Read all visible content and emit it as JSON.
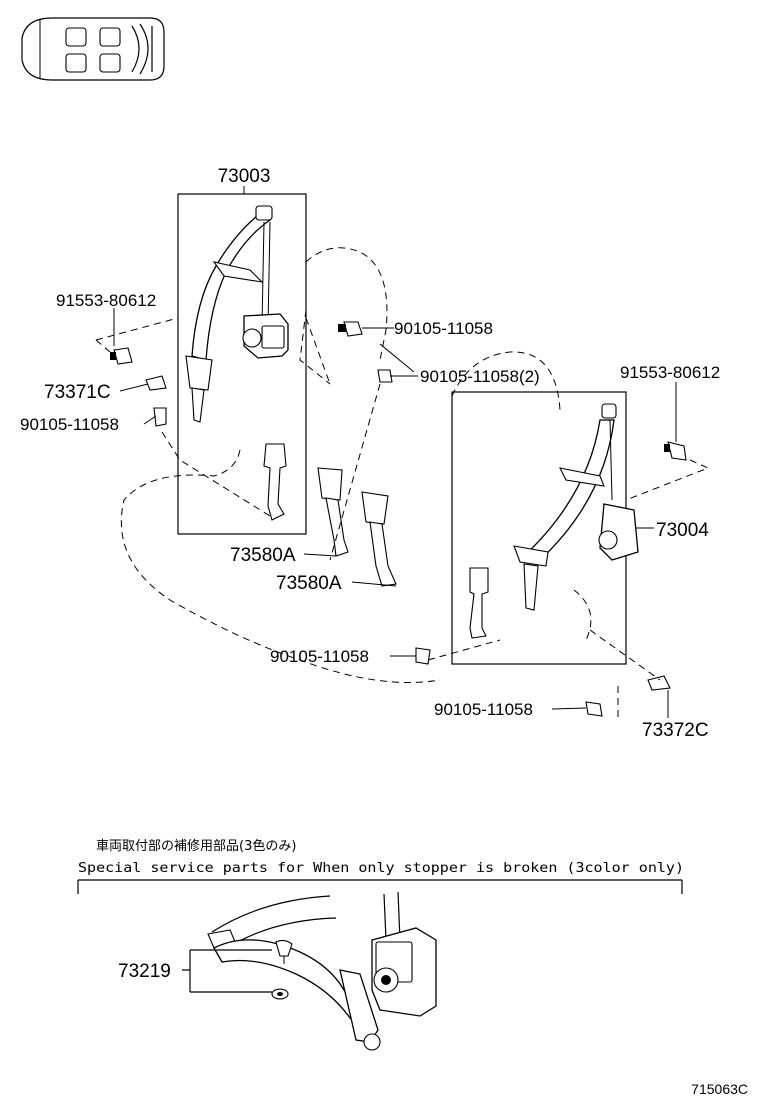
{
  "labels": {
    "p73003": "73003",
    "p73004": "73004",
    "p91553_left": "91553-80612",
    "p91553_right": "91553-80612",
    "p90105_a": "90105-11058",
    "p90105_b": "90105-11058(2)",
    "p90105_c": "90105-11058",
    "p90105_d": "90105-11058",
    "p90105_e": "90105-11058",
    "p73371c": "73371C",
    "p73372c": "73372C",
    "p73580a_1": "73580A",
    "p73580a_2": "73580A",
    "p73219": "73219"
  },
  "service_note": {
    "japanese": "車両取付部の補修用部品(3色のみ)",
    "english": "Special  service  parts  for  When  only  stopper  is  broken  (3color  only)"
  },
  "reference_code": "715063C",
  "icons": {
    "vehicle": "vehicle-seat-layout-icon"
  }
}
